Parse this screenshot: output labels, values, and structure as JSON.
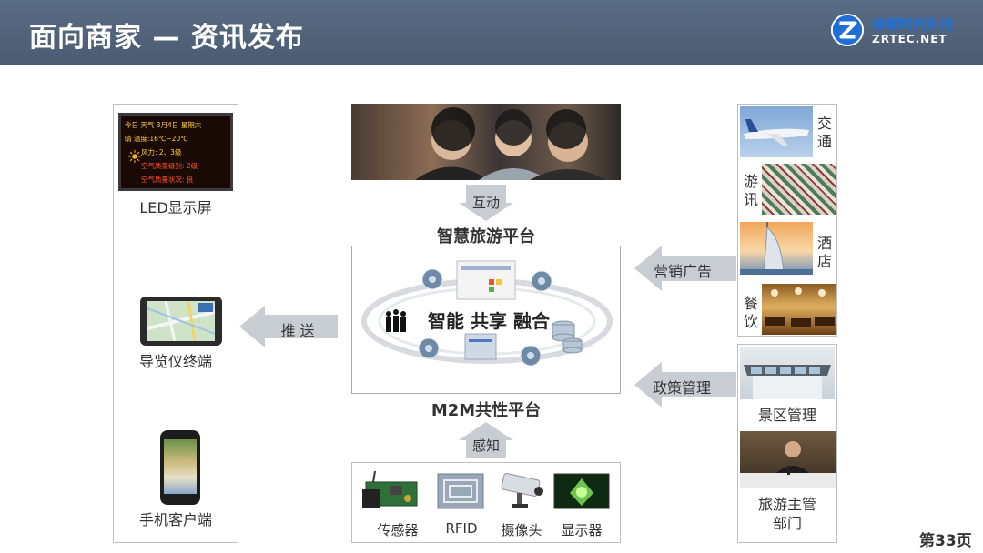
{
  "header": {
    "title": "面向商家 — 资讯发布"
  },
  "logo": {
    "name_cn": "峥嵘时代科技",
    "name_en": "ZRTEC.NET"
  },
  "left_panel": {
    "led_screen": {
      "caption": "LED显示屏",
      "lines": [
        "今日 天气  3月4日  星期六",
        "晴   温度:16℃~20℃",
        "风力: 2、3级",
        "空气质量级别: 2级",
        "空气质量状况: 良"
      ]
    },
    "navigator_caption": "导览仪终端",
    "phone_caption": "手机客户端"
  },
  "push_arrow": {
    "label": "推  送"
  },
  "top_photo_arrow": {
    "label": "互动"
  },
  "smart_platform": {
    "title": "智慧旅游平台"
  },
  "center_box": {
    "slogan": "智能 共享 融合"
  },
  "m2m_platform": {
    "title": "M2M共性平台"
  },
  "sense_arrow": {
    "label": "感知"
  },
  "devices": [
    {
      "label": "传感器"
    },
    {
      "label": "RFID"
    },
    {
      "label": "摄像头"
    },
    {
      "label": "显示器"
    }
  ],
  "marketing_arrow": {
    "label": "营销广告"
  },
  "policy_arrow": {
    "label": "政策管理"
  },
  "right_top_panel": {
    "items": [
      {
        "label": "交通"
      },
      {
        "label": "游讯"
      },
      {
        "label": "酒店"
      },
      {
        "label": "餐饮"
      }
    ]
  },
  "right_bottom_panel": {
    "scenic_caption": "景区管理",
    "authority_caption": "旅游主管部门"
  },
  "page_number": "第33页",
  "colors": {
    "header_bg": "#4f6078",
    "arrow_gray": "#c8ccd3",
    "accent_blue": "#1f6fd6"
  }
}
